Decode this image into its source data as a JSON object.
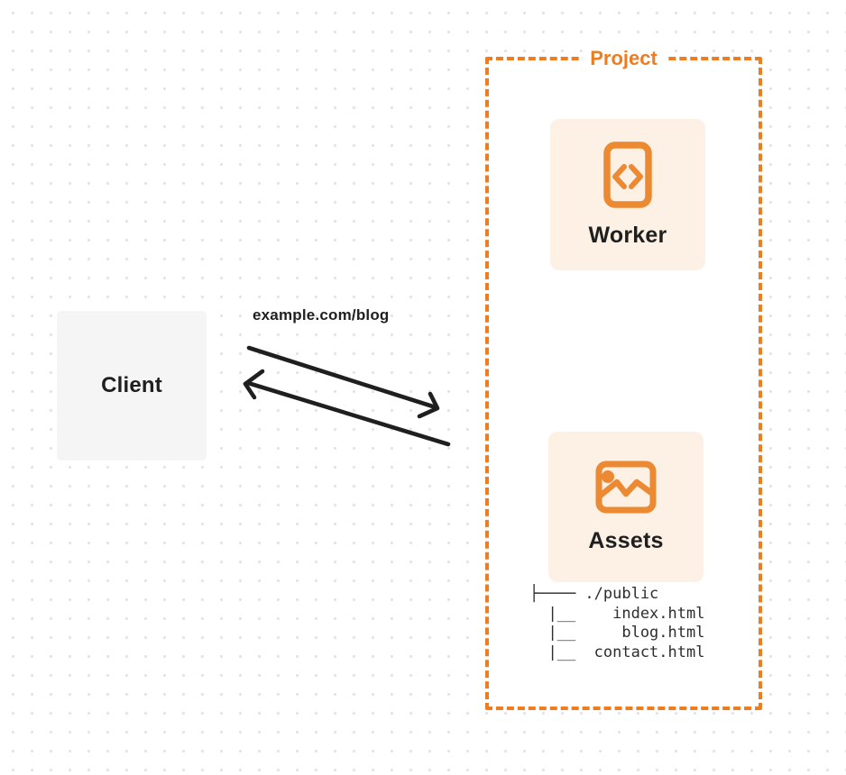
{
  "colors": {
    "accent": "#ED7D20",
    "icon_orange": "#EC8933",
    "card_bg": "#FCF1E4",
    "client_bg": "#F5F5F6",
    "ink": "#1F1F1F",
    "tree_ink": "#2E2E2E",
    "dot": "#E4E4E7",
    "canvas_bg": "#FFFFFF"
  },
  "client": {
    "label": "Client"
  },
  "request": {
    "label": "example.com/blog"
  },
  "project": {
    "label": "Project",
    "worker": {
      "label": "Worker",
      "icon": "code-file-icon"
    },
    "assets": {
      "label": "Assets",
      "icon": "image-icon"
    },
    "file_tree": {
      "root": "./public",
      "files": [
        "index.html",
        "blog.html",
        "contact.html"
      ],
      "lines": [
        "├──── ./public",
        "  |__    index.html",
        "  |__     blog.html",
        "  |__  contact.html"
      ]
    }
  }
}
